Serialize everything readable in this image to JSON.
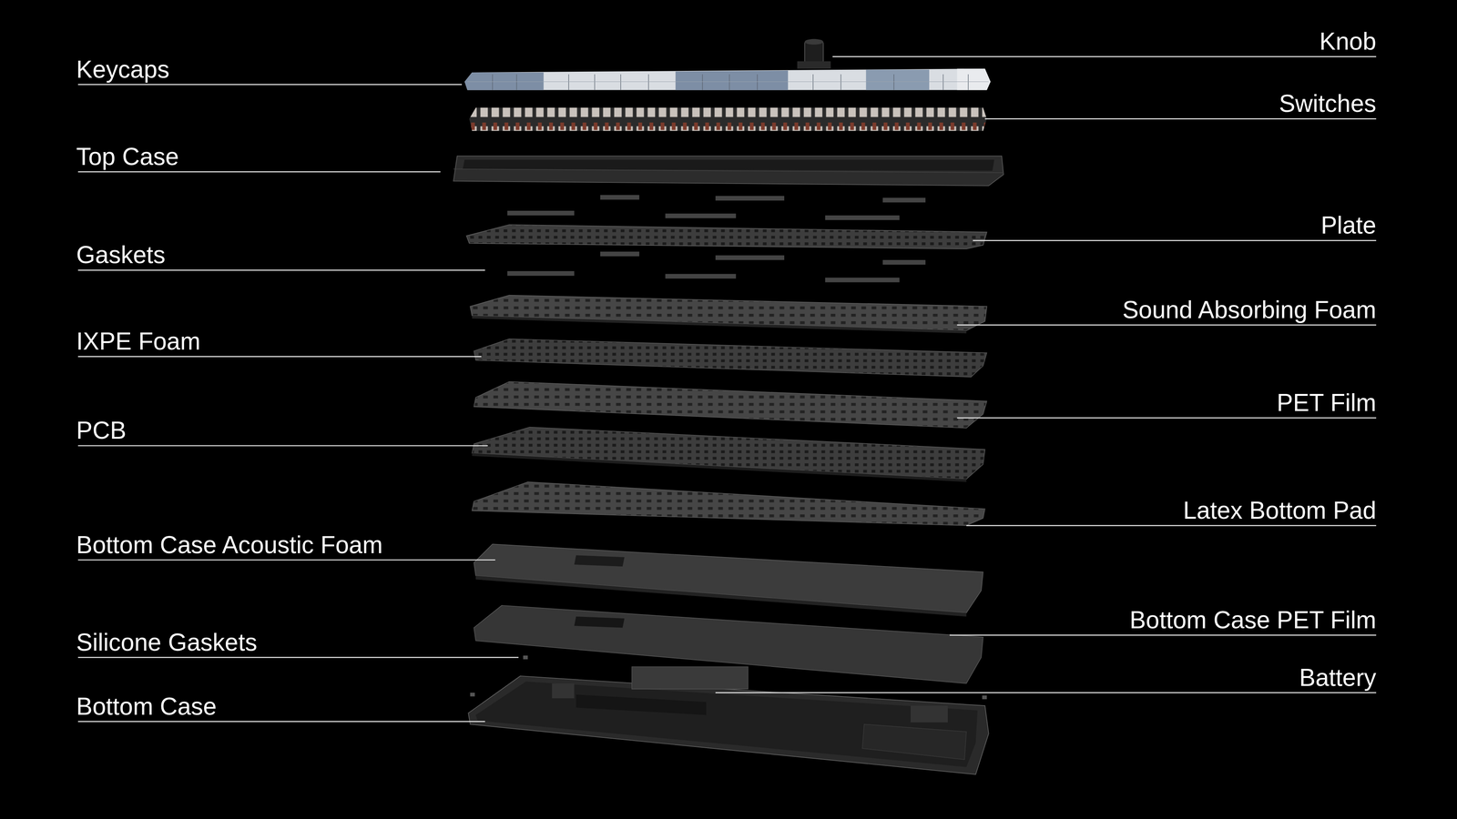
{
  "diagram": {
    "labels": [
      "Knob",
      "Keycaps",
      "Switches",
      "Top Case",
      "Plate",
      "Gaskets",
      "Sound Absorbing Foam",
      "IXPE Foam",
      "PET Film",
      "PCB",
      "Latex Bottom Pad",
      "Bottom Case Acoustic Foam",
      "Bottom Case PET Film",
      "Silicone Gaskets",
      "Battery",
      "Bottom Case"
    ]
  }
}
